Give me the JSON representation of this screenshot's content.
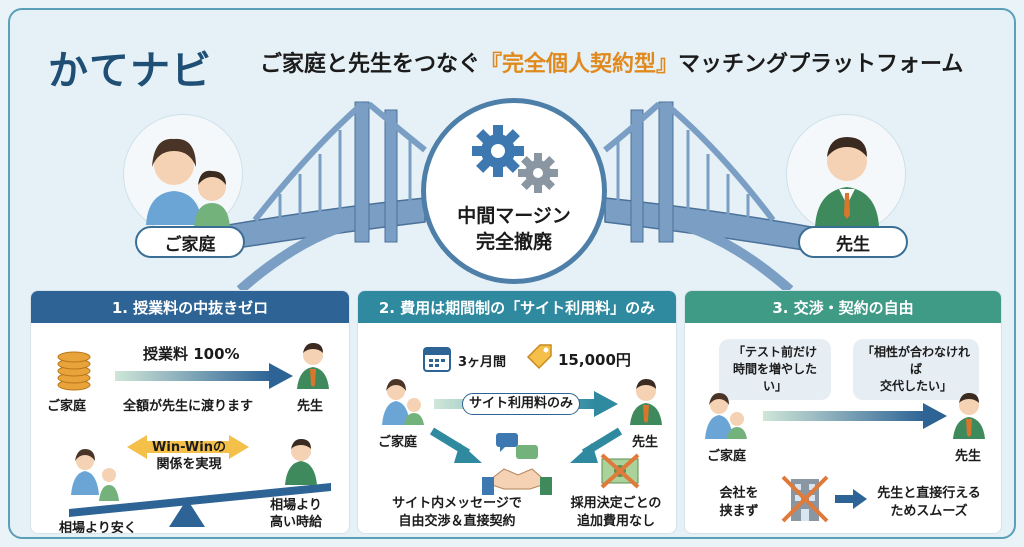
{
  "brand": {
    "logo": "かてナビ"
  },
  "headline": {
    "before": "ご家庭と先生をつなぐ",
    "highlight": "『完全個人契約型』",
    "after": "マッチングプラットフォーム"
  },
  "hero": {
    "family_label": "ご家庭",
    "teacher_label": "先生",
    "center_line1": "中間マージン",
    "center_line2": "完全撤廃"
  },
  "panel1": {
    "title": "1. 授業料の中抜きゼロ",
    "fee_label": "授業料 100%",
    "family": "ご家庭",
    "teacher": "先生",
    "transfer_text": "全額が先生に渡ります",
    "winwin_line1": "Win-Winの",
    "winwin_line2": "関係を実現",
    "cheaper": "相場より安く",
    "higher_line1": "相場より",
    "higher_line2": "高い時給"
  },
  "panel2": {
    "title": "2. 費用は期間制の「サイト利用料」のみ",
    "period": "3ヶ月間",
    "price": "15,000円",
    "fee_only": "サイト利用料のみ",
    "family": "ご家庭",
    "teacher": "先生",
    "message_line1": "サイト内メッセージで",
    "message_line2": "自由交渉＆直接契約",
    "nofee_line1": "採用決定ごとの",
    "nofee_line2": "追加費用なし"
  },
  "panel3": {
    "title": "3. 交渉・契約の自由",
    "bubble1_line1": "「テスト前だけ",
    "bubble1_line2": "時間を増やしたい」",
    "bubble2_line1": "「相性が合わなければ",
    "bubble2_line2": "交代したい」",
    "family": "ご家庭",
    "teacher": "先生",
    "company_line1": "会社を",
    "company_line2": "挟まず",
    "direct_line1": "先生と直接行える",
    "direct_line2": "ためスムーズ"
  },
  "colors": {
    "navy": "#2d6395",
    "teal": "#2f8aa0",
    "green": "#3f9a86",
    "orange": "#e08a1e",
    "bridge": "#7b9fc4"
  }
}
